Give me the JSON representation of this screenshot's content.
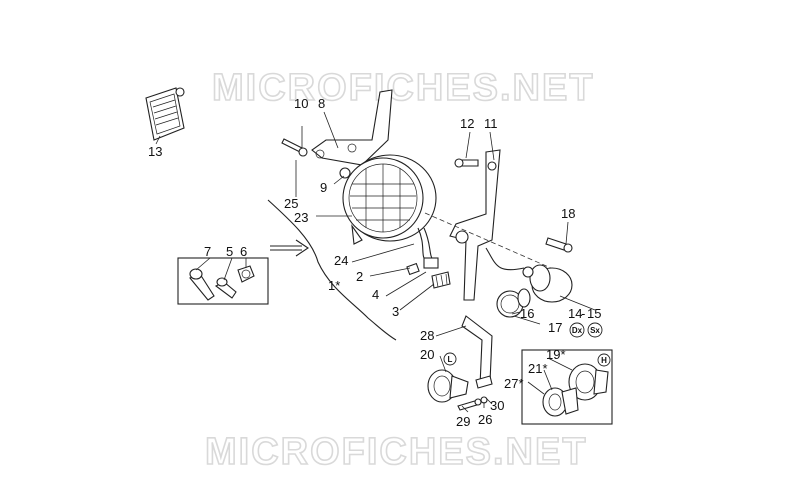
{
  "watermark": {
    "top": "MICROFICHES.NET",
    "bottom": "MICROFICHES.NET"
  },
  "labels": {
    "l1": "1*",
    "l2": "2",
    "l3": "3",
    "l4": "4",
    "l5": "5",
    "l6": "6",
    "l7": "7",
    "l8": "8",
    "l9": "9",
    "l10": "10",
    "l11": "11",
    "l12": "12",
    "l13": "13",
    "l14": "14",
    "l15": "15",
    "l16": "16",
    "l17": "17",
    "l18": "18",
    "l19": "19*",
    "l20": "20",
    "l21": "21*",
    "l23": "23",
    "l24": "24",
    "l25": "25",
    "l26": "26",
    "l27": "27*",
    "l28": "28",
    "l29": "29",
    "l30": "30"
  },
  "badges": {
    "dx": "Dx",
    "sx": "Sx",
    "l": "L",
    "h": "H"
  }
}
